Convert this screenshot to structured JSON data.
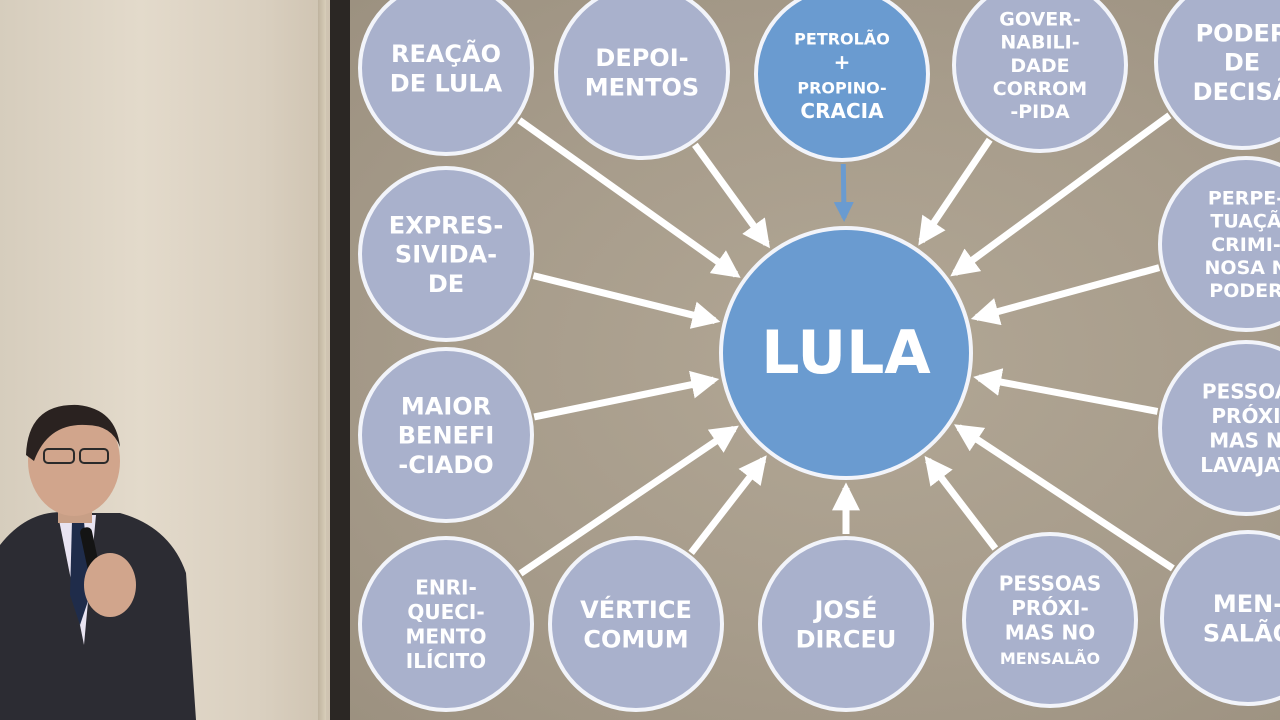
{
  "diagram": {
    "center": {
      "label": "LULA",
      "color": "#6a9bd0"
    },
    "node_fill": "#a9b1cc",
    "highlight_fill": "#6a9bd0",
    "nodes": [
      {
        "id": "reacao",
        "lines": [
          "REAÇÃO",
          "DE LULA"
        ]
      },
      {
        "id": "depoimentos",
        "lines": [
          "DEPOI-",
          "MENTOS"
        ]
      },
      {
        "id": "petrolao",
        "lines": [
          "PETROLÃO",
          "+",
          "PROPINO-",
          "CRACIA"
        ],
        "highlight": true
      },
      {
        "id": "governabilidade",
        "lines": [
          "GOVER-",
          "NABILI-",
          "DADE",
          "CORROM",
          "-PIDA"
        ]
      },
      {
        "id": "poder",
        "lines": [
          "PODER",
          "DE",
          "DECISÃ"
        ]
      },
      {
        "id": "expressividade",
        "lines": [
          "EXPRES-",
          "SIVIDA-",
          "DE"
        ]
      },
      {
        "id": "perpetuacao",
        "lines": [
          "PERPE-",
          "TUAÇÃ",
          "CRIMI-",
          "NOSA N",
          "PODER"
        ]
      },
      {
        "id": "maior",
        "lines": [
          "MAIOR",
          "BENEFI",
          "-CIADO"
        ]
      },
      {
        "id": "pessoas-lava",
        "lines": [
          "PESSOA",
          "PRÓXI",
          "MAS N",
          "LAVAJAT"
        ]
      },
      {
        "id": "enriquecimento",
        "lines": [
          "ENRI-",
          "QUECI-",
          "MENTO",
          "ILÍCITO"
        ]
      },
      {
        "id": "vertice",
        "lines": [
          "VÉRTICE",
          "COMUM"
        ]
      },
      {
        "id": "dirceu",
        "lines": [
          "JOSÉ",
          "DIRCEU"
        ]
      },
      {
        "id": "pessoas-mensalao",
        "lines": [
          "PESSOAS",
          "PRÓXI-",
          "MAS NO",
          "MENSALÃO"
        ]
      },
      {
        "id": "mensalao",
        "lines": [
          "MEN-",
          "SALÃO"
        ]
      }
    ]
  }
}
